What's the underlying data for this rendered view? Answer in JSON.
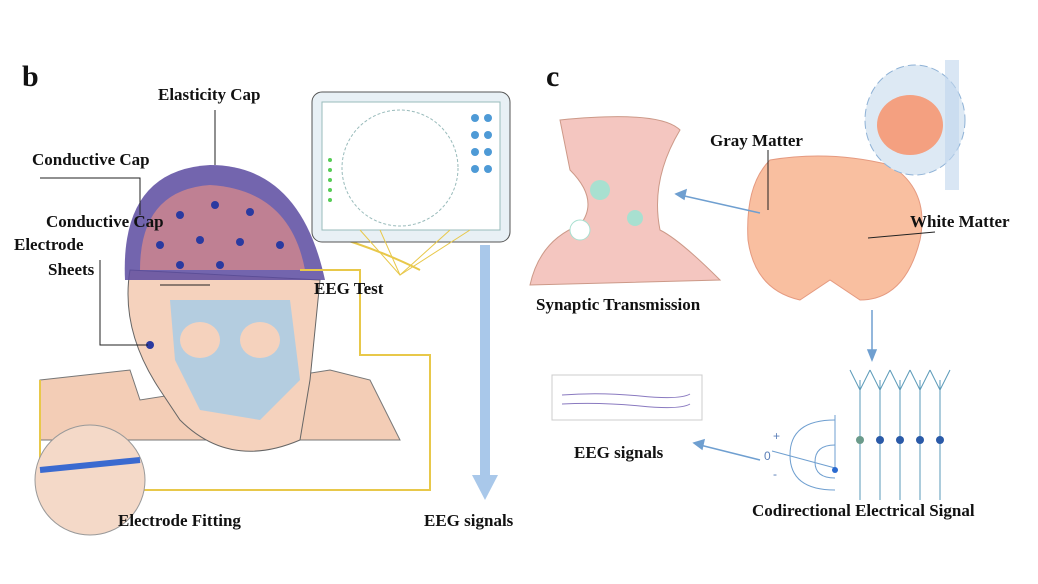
{
  "panel_b": {
    "letter": "b",
    "labels": {
      "elasticity_cap": "Elasticity Cap",
      "conductive_cap_1": "Conductive Cap",
      "conductive_cap_2": "Conductive Cap",
      "electrode_sheets_1": "Electrode",
      "electrode_sheets_2": "Sheets",
      "eeg_test": "EEG Test",
      "electrode_fitting": "Electrode Fitting",
      "eeg_signals": "EEG signals"
    }
  },
  "panel_c": {
    "letter": "c",
    "labels": {
      "gray_matter": "Gray Matter",
      "white_matter": "White Matter",
      "synaptic_transmission": "Synaptic Transmission",
      "eeg_signals": "EEG signals",
      "codirectional": "Codirectional Electrical Signal",
      "plus": "+",
      "zero": "0",
      "minus": "-"
    }
  },
  "colors": {
    "wire": "#e8c84a",
    "arrow": "#6f9fd0",
    "cap": "#5a4aa0",
    "brain": "#f5b89a",
    "skull": "#a8cce6"
  }
}
